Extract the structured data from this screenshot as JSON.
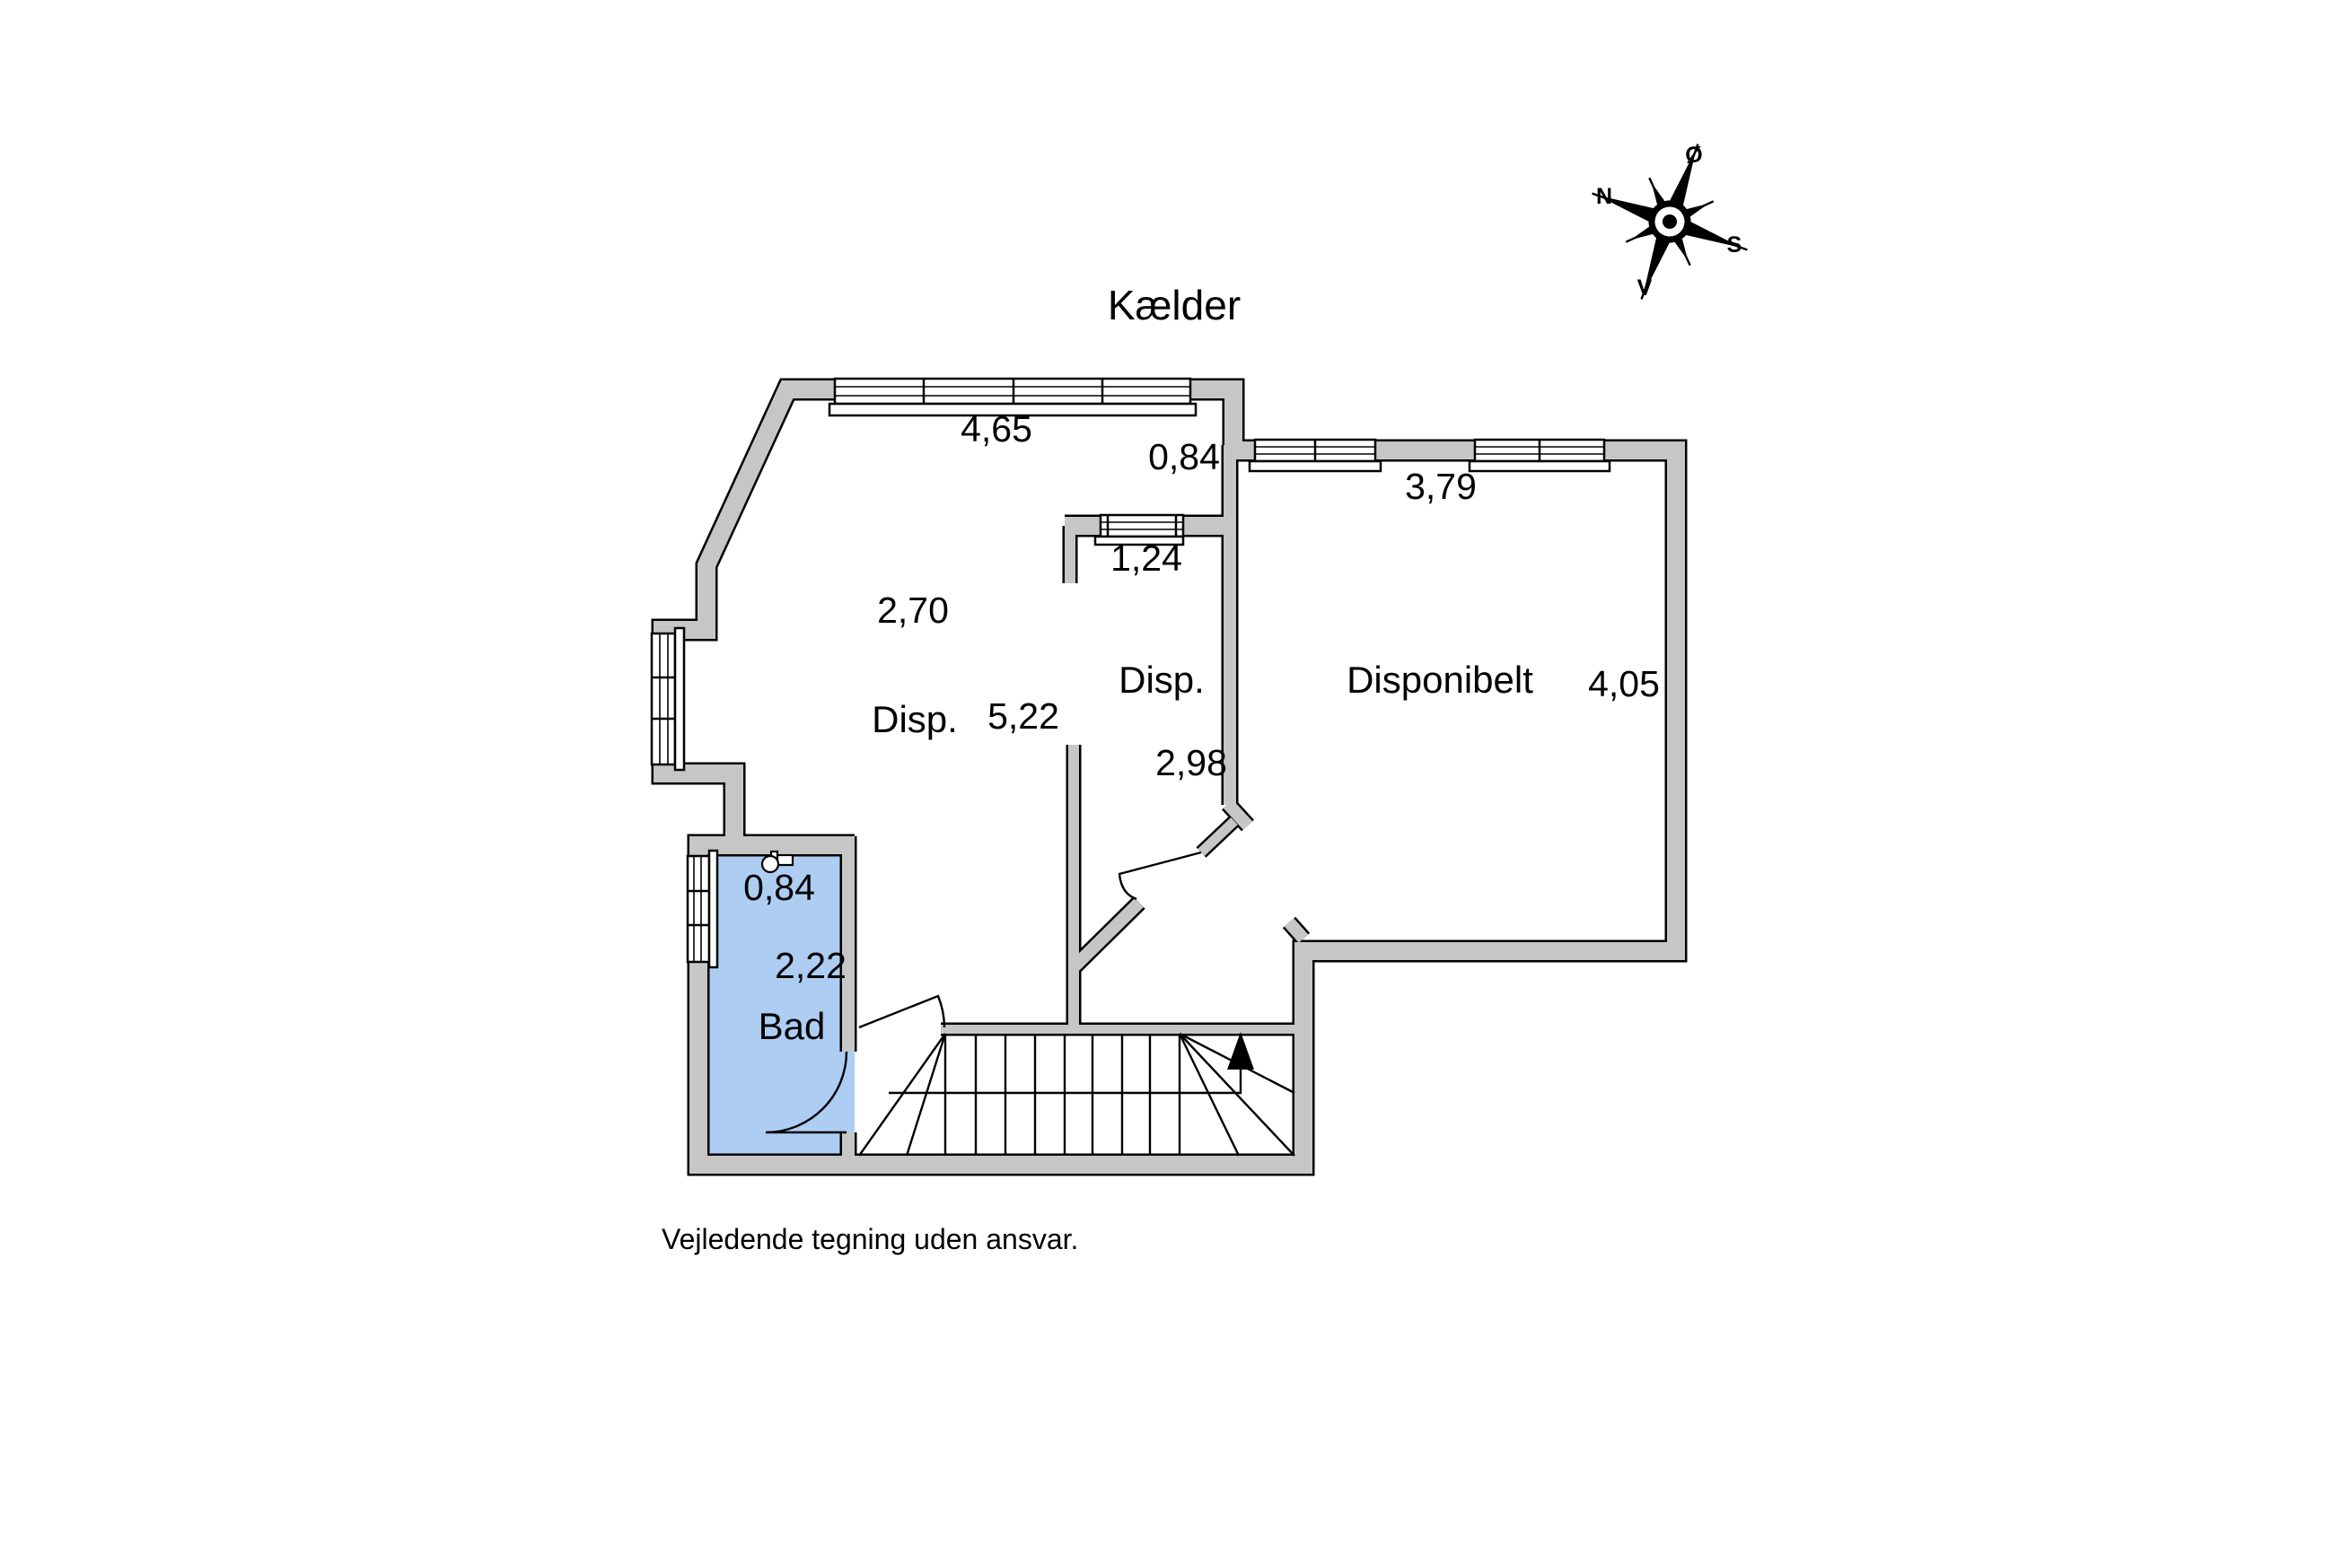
{
  "title": "Kælder",
  "disclaimer": "Vejledende tegning uden ansvar.",
  "compass": {
    "north": "N",
    "east": "Ø",
    "south": "S",
    "west": "V"
  },
  "colors": {
    "wall_fill": "#c6c6c6",
    "bath_fill": "#aecdf2",
    "line": "#000000"
  },
  "rooms": {
    "disp_left": {
      "name": "Disp.",
      "dims": {
        "window_width": "4,65",
        "alcove_depth": "2,70",
        "room_width": "5,22"
      }
    },
    "hall": {
      "name": "Disp.",
      "dims": {
        "top_opening": "0,84",
        "interior_window": "1,24",
        "room_width": "2,98"
      }
    },
    "disponibelt": {
      "name": "Disponibelt",
      "dims": {
        "window_width": "3,79",
        "room_depth": "4,05"
      }
    },
    "bad": {
      "name": "Bad",
      "dims": {
        "window_width": "0,84",
        "room_width": "2,22"
      }
    }
  }
}
